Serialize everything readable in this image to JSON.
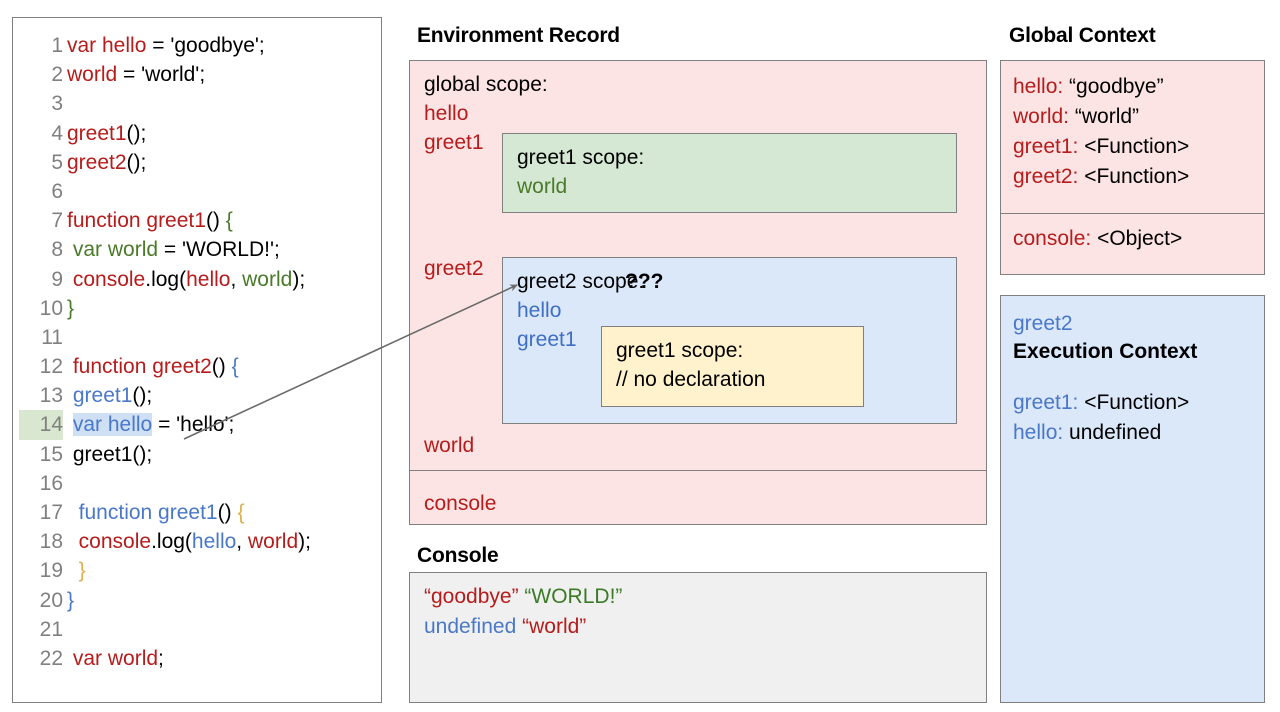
{
  "code_panel": {
    "lines": [
      {
        "n": "1",
        "tokens": [
          {
            "t": "var hello",
            "c": "r"
          },
          {
            "t": " = 'goodbye';",
            "c": "k"
          }
        ]
      },
      {
        "n": "2",
        "tokens": [
          {
            "t": "world",
            "c": "r"
          },
          {
            "t": " = 'world';",
            "c": "k"
          }
        ]
      },
      {
        "n": "3",
        "tokens": []
      },
      {
        "n": "4",
        "tokens": [
          {
            "t": "greet1",
            "c": "r"
          },
          {
            "t": "();",
            "c": "k"
          }
        ]
      },
      {
        "n": "5",
        "tokens": [
          {
            "t": "greet2",
            "c": "r"
          },
          {
            "t": "();",
            "c": "k"
          }
        ]
      },
      {
        "n": "6",
        "tokens": []
      },
      {
        "n": "7",
        "tokens": [
          {
            "t": "function greet1",
            "c": "r"
          },
          {
            "t": "() ",
            "c": "k"
          },
          {
            "t": "{",
            "c": "g"
          }
        ]
      },
      {
        "n": "8",
        "tokens": [
          {
            "t": " ",
            "c": "k"
          },
          {
            "t": "var world",
            "c": "g"
          },
          {
            "t": " = 'WORLD!';",
            "c": "k"
          }
        ]
      },
      {
        "n": "9",
        "tokens": [
          {
            "t": " ",
            "c": "k"
          },
          {
            "t": "console",
            "c": "r"
          },
          {
            "t": ".log(",
            "c": "k"
          },
          {
            "t": "hello",
            "c": "r"
          },
          {
            "t": ", ",
            "c": "k"
          },
          {
            "t": "world",
            "c": "g"
          },
          {
            "t": ");",
            "c": "k"
          }
        ]
      },
      {
        "n": "10",
        "tokens": [
          {
            "t": "}",
            "c": "g"
          }
        ]
      },
      {
        "n": "11",
        "tokens": []
      },
      {
        "n": "12",
        "tokens": [
          {
            "t": " ",
            "c": "k"
          },
          {
            "t": "function greet2",
            "c": "r"
          },
          {
            "t": "() ",
            "c": "k"
          },
          {
            "t": "{",
            "c": "b"
          }
        ]
      },
      {
        "n": "13",
        "tokens": [
          {
            "t": " ",
            "c": "k"
          },
          {
            "t": "greet1",
            "c": "b"
          },
          {
            "t": "();",
            "c": "k"
          }
        ]
      },
      {
        "n": "14",
        "tokens": [
          {
            "t": " ",
            "c": "k"
          },
          {
            "t": "var hello",
            "c": "b sel"
          },
          {
            "t": " = 'hello';",
            "c": "k"
          }
        ],
        "line_highlight": true
      },
      {
        "n": "15",
        "tokens": [
          {
            "t": " greet1();",
            "c": "k"
          }
        ]
      },
      {
        "n": "16",
        "tokens": []
      },
      {
        "n": "17",
        "tokens": [
          {
            "t": "  ",
            "c": "k"
          },
          {
            "t": "function greet1",
            "c": "b"
          },
          {
            "t": "() ",
            "c": "k"
          },
          {
            "t": "{",
            "c": "y"
          }
        ]
      },
      {
        "n": "18",
        "tokens": [
          {
            "t": "  ",
            "c": "k"
          },
          {
            "t": "console",
            "c": "r"
          },
          {
            "t": ".log(",
            "c": "k"
          },
          {
            "t": "hello",
            "c": "b"
          },
          {
            "t": ", ",
            "c": "k"
          },
          {
            "t": "world",
            "c": "r"
          },
          {
            "t": ");",
            "c": "k"
          }
        ]
      },
      {
        "n": "19",
        "tokens": [
          {
            "t": "  ",
            "c": "k"
          },
          {
            "t": "}",
            "c": "y"
          }
        ]
      },
      {
        "n": "20",
        "tokens": [
          {
            "t": "}",
            "c": "b"
          }
        ]
      },
      {
        "n": "21",
        "tokens": []
      },
      {
        "n": "22",
        "tokens": [
          {
            "t": " ",
            "c": "k"
          },
          {
            "t": "var world",
            "c": "r"
          },
          {
            "t": ";",
            "c": "k"
          }
        ]
      }
    ]
  },
  "environment_record": {
    "title": "Environment Record",
    "global_scope_label": "global scope:",
    "bindings_upper": [
      "hello",
      "greet1"
    ],
    "binding_greet2": "greet2",
    "binding_world": "world",
    "binding_console": "console",
    "greet1_scope": {
      "header": "greet1 scope:",
      "vars": [
        "world"
      ]
    },
    "greet2_scope": {
      "header": "greet2 scope:",
      "header_suffix": "???",
      "vars": [
        "hello",
        "greet1"
      ],
      "inner_greet1_scope": {
        "header": "greet1 scope:",
        "note": "// no declaration"
      }
    }
  },
  "console": {
    "title": "Console",
    "rows": [
      [
        {
          "t": "“goodbye”",
          "c": "c-red"
        },
        {
          "t": " ",
          "c": "c-red"
        },
        {
          "t": "“WORLD!”",
          "c": "c-green"
        }
      ],
      [
        {
          "t": "undefined",
          "c": "c-blue"
        },
        {
          "t": " ",
          "c": "c-blue"
        },
        {
          "t": "“world”",
          "c": "c-red"
        }
      ]
    ]
  },
  "global_context": {
    "title": "Global Context",
    "entries": [
      {
        "key": "hello: ",
        "value": "“goodbye”"
      },
      {
        "key": "world: ",
        "value": "“world”"
      },
      {
        "key": "greet1: ",
        "value": "<Function>"
      },
      {
        "key": "greet2: ",
        "value": "<Function>"
      }
    ],
    "entries_lower": [
      {
        "key": "console: ",
        "value": "<Object>"
      }
    ]
  },
  "execution_context": {
    "owner": "greet2",
    "title": "Execution Context",
    "entries": [
      {
        "key": "greet1: ",
        "value": "<Function>"
      },
      {
        "key": "hello: ",
        "value": "undefined"
      }
    ]
  },
  "colors": {
    "pink_fill": "#fce4e4",
    "green_fill": "#d5e8d4",
    "blue_fill": "#dbe8fa",
    "yellow_fill": "#fff2cc",
    "gray_fill": "#f0f0f0",
    "border_gray": "#808080",
    "red_text": "#b71c1c",
    "green_text": "#4a7a2a",
    "blue_text": "#4a78c8",
    "line_number": "#808080",
    "selection_blue": "#cfe0f5",
    "line_highlight_green": "#d9e7d0"
  }
}
